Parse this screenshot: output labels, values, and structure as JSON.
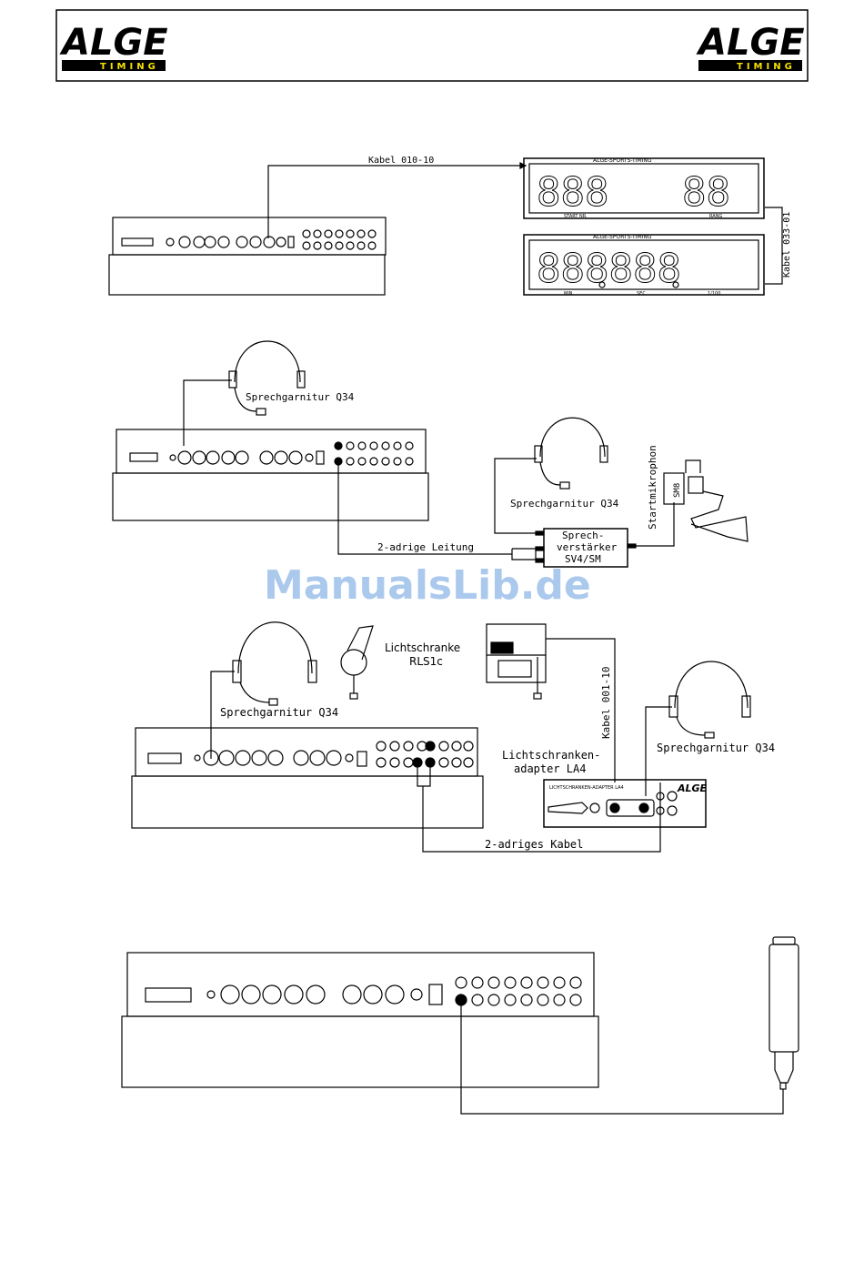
{
  "header": {
    "logo_left": "ALGE",
    "logo_left_sub": "TIMING",
    "logo_right": "ALGE",
    "logo_right_sub": "TIMING"
  },
  "diagram1": {
    "cable_label": "Kabel 010-10",
    "board_top_title": "ALGE-SPORTS-TIMING",
    "board_top_label_left": "START NR.",
    "board_top_label_right": "RANG",
    "board_bottom_title": "ALGE-SPORTS-TIMING",
    "board_bottom_label_min": "MIN",
    "board_bottom_label_sec": "SEC.",
    "board_bottom_label_frac": "1/100",
    "side_cable_label": "Kabel 033-01"
  },
  "diagram2": {
    "headset_label_1": "Sprechgarnitur Q34",
    "headset_label_2": "Sprechgarnitur Q34",
    "amplifier_label_1": "Sprech-",
    "amplifier_label_2": "verstärker",
    "amplifier_label_3": "SV4/SM",
    "wire_label": "2-adrige Leitung",
    "mic_label": "Startmikrophon",
    "mic_model": "SM8"
  },
  "watermark": "ManualsLib.de",
  "diagram3": {
    "photocell_label_1": "Lichtschranke",
    "photocell_label_2": "RLS1c",
    "adapter_cable_label": "Kabel 001-10",
    "adapter_label_1": "Lichtschranken-",
    "adapter_label_2": "adapter LA4",
    "headset_label_1": "Sprechgarnitur Q34",
    "headset_label_2": "Sprechgarnitur Q34",
    "wire_label": "2-adriges Kabel",
    "adapter_panel_title": "LICHTSCHRANKEN-ADAPTER LA4",
    "adapter_logo": "ALGE"
  }
}
